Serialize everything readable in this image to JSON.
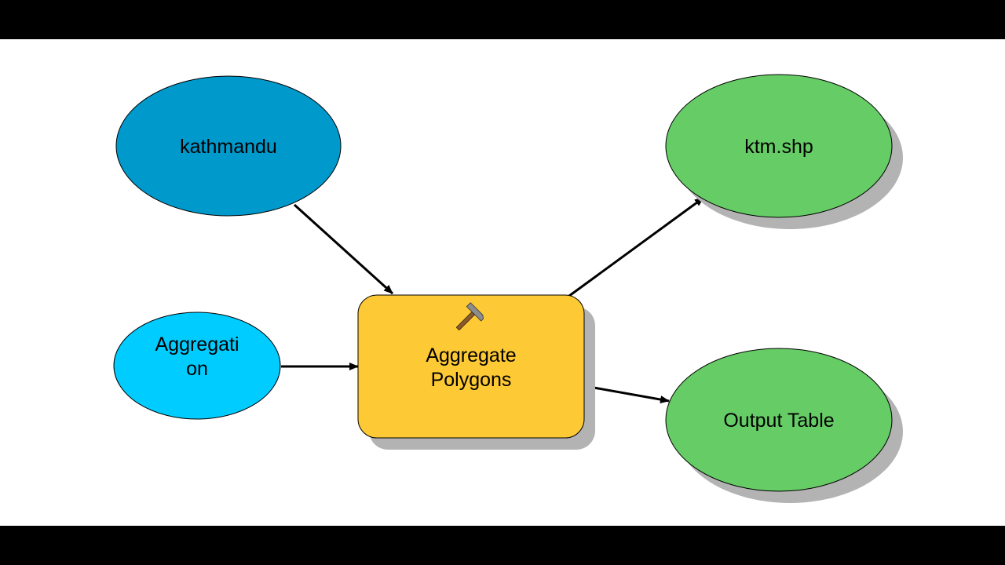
{
  "diagram": {
    "nodes": {
      "kathmandu": {
        "label": "kathmandu",
        "shape": "ellipse",
        "role": "input data",
        "color": "#0099cc"
      },
      "aggregation": {
        "label_line1": "Aggregati",
        "label_line2": "on",
        "shape": "ellipse",
        "role": "input variable",
        "color": "#00ccff"
      },
      "aggregate_polygons": {
        "label_line1": "Aggregate",
        "label_line2": "Polygons",
        "shape": "rounded-rectangle",
        "role": "tool",
        "icon": "hammer-icon",
        "color": "#fdc934"
      },
      "ktm_shp": {
        "label": "ktm.shp",
        "shape": "ellipse",
        "role": "output data",
        "color": "#66cc66"
      },
      "output_table": {
        "label": "Output Table",
        "shape": "ellipse",
        "role": "output data",
        "color": "#66cc66"
      }
    },
    "connections": [
      {
        "from": "kathmandu",
        "to": "aggregate_polygons"
      },
      {
        "from": "aggregation",
        "to": "aggregate_polygons"
      },
      {
        "from": "aggregate_polygons",
        "to": "ktm_shp"
      },
      {
        "from": "aggregate_polygons",
        "to": "output_table"
      }
    ],
    "colors": {
      "shadow": "#b3b3b3",
      "outline": "#000000",
      "connector": "#000000",
      "background": "#ffffff",
      "letterbox": "#000000"
    }
  }
}
